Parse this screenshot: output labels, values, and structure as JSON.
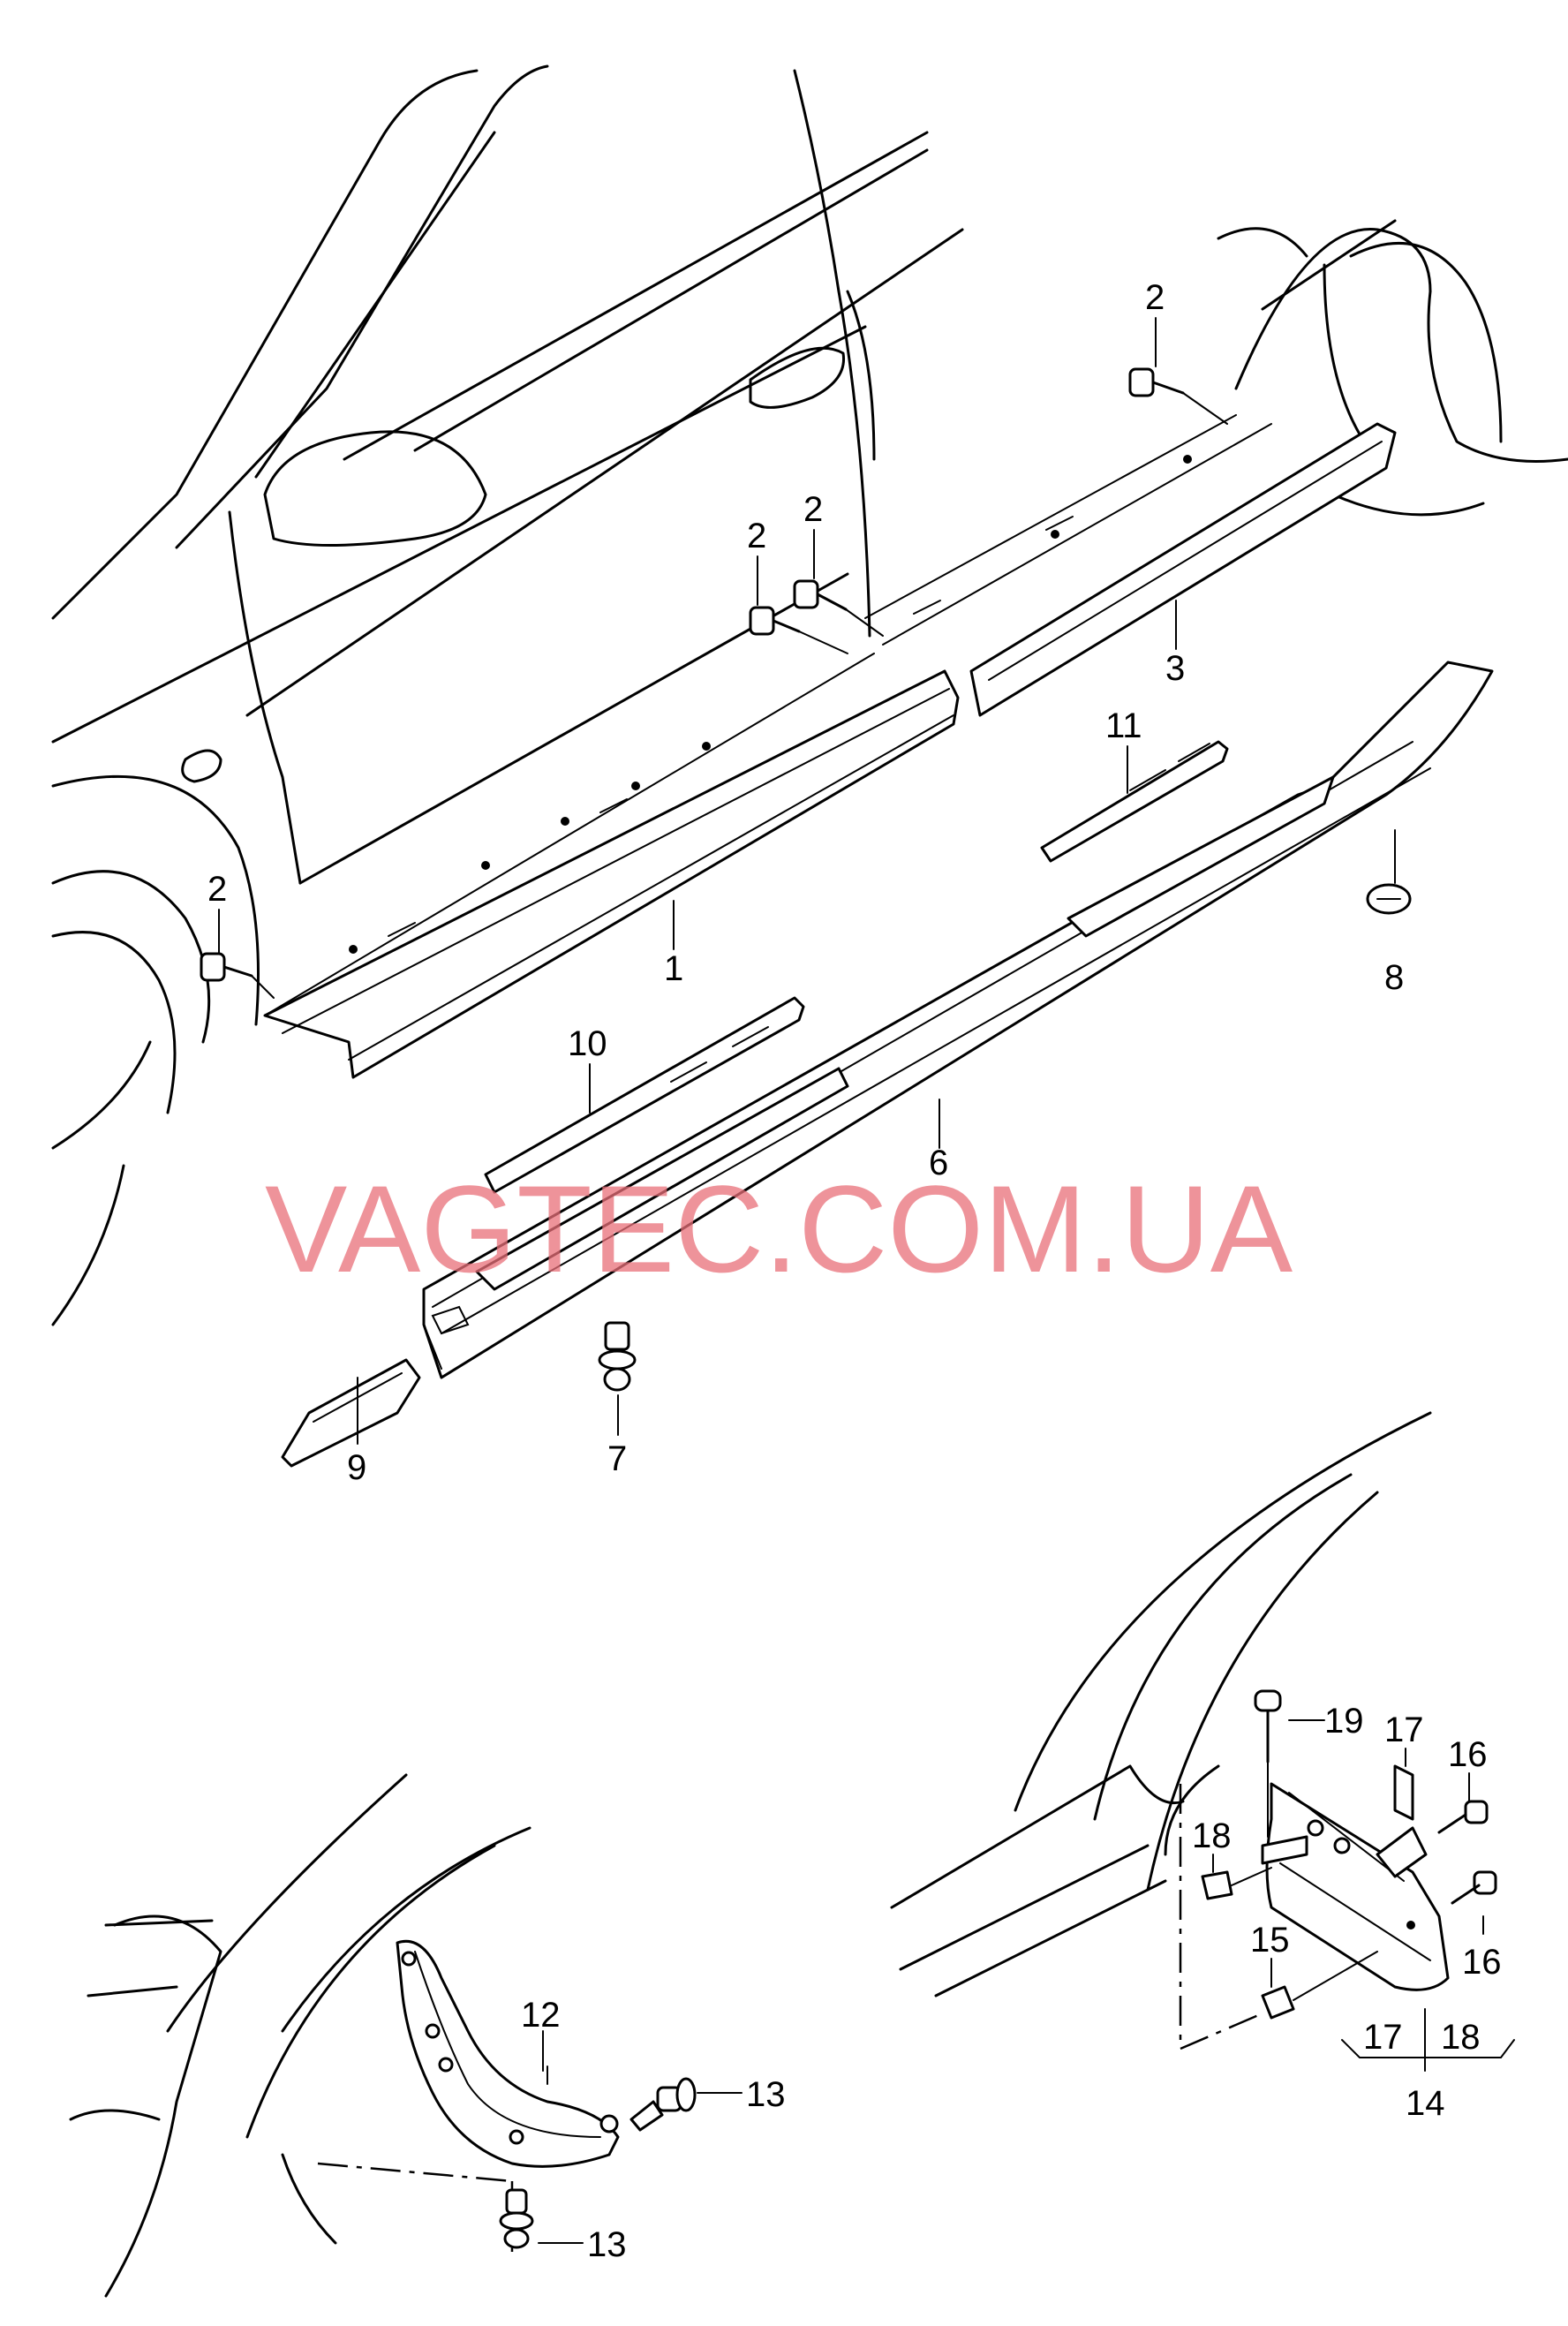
{
  "watermark": "VAGTEC.COM.UA",
  "callouts": {
    "c1": "1",
    "c2a": "2",
    "c2b": "2",
    "c2c": "2",
    "c2d": "2",
    "c3": "3",
    "c6": "6",
    "c7": "7",
    "c8": "8",
    "c9": "9",
    "c10": "10",
    "c11": "11",
    "c12": "12",
    "c13a": "13",
    "c13b": "13",
    "c14": "14",
    "c15": "15",
    "c16a": "16",
    "c16b": "16",
    "c17a": "17",
    "c17b": "17",
    "c18a": "18",
    "c18b": "18",
    "c19": "19"
  }
}
